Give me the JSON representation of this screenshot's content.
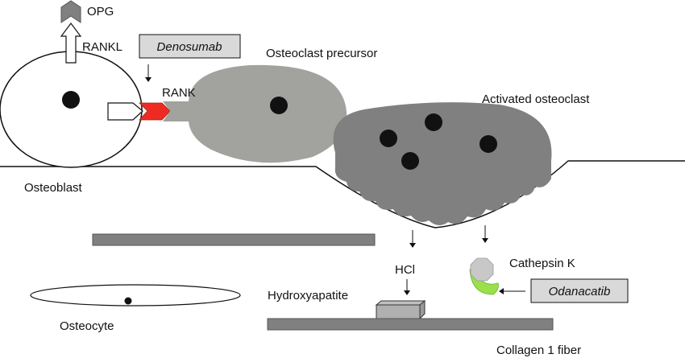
{
  "labels": {
    "opg": "OPG",
    "rankl": "RANKL",
    "rank": "RANK",
    "osteoclast_precursor": "Osteoclast precursor",
    "activated_osteoclast": "Activated osteoclast",
    "osteoblast": "Osteoblast",
    "hcl": "HCl",
    "cathepsin_k": "Cathepsin K",
    "hydroxyapatite": "Hydroxyapatite",
    "osteocyte": "Osteocyte",
    "collagen": "Collagen 1 fiber"
  },
  "drugs": {
    "denosumab": "Denosumab",
    "odanacatib": "Odanacatib"
  },
  "colors": {
    "rank_red": "#ee2b22",
    "cathepsin_green": "#99e04a",
    "precursor_gray": "#a2a29e",
    "osteoclast_gray": "#808080",
    "fiber_gray": "#808080",
    "drug_box_fill": "#d9d9d9",
    "nucleus": "#111111"
  }
}
